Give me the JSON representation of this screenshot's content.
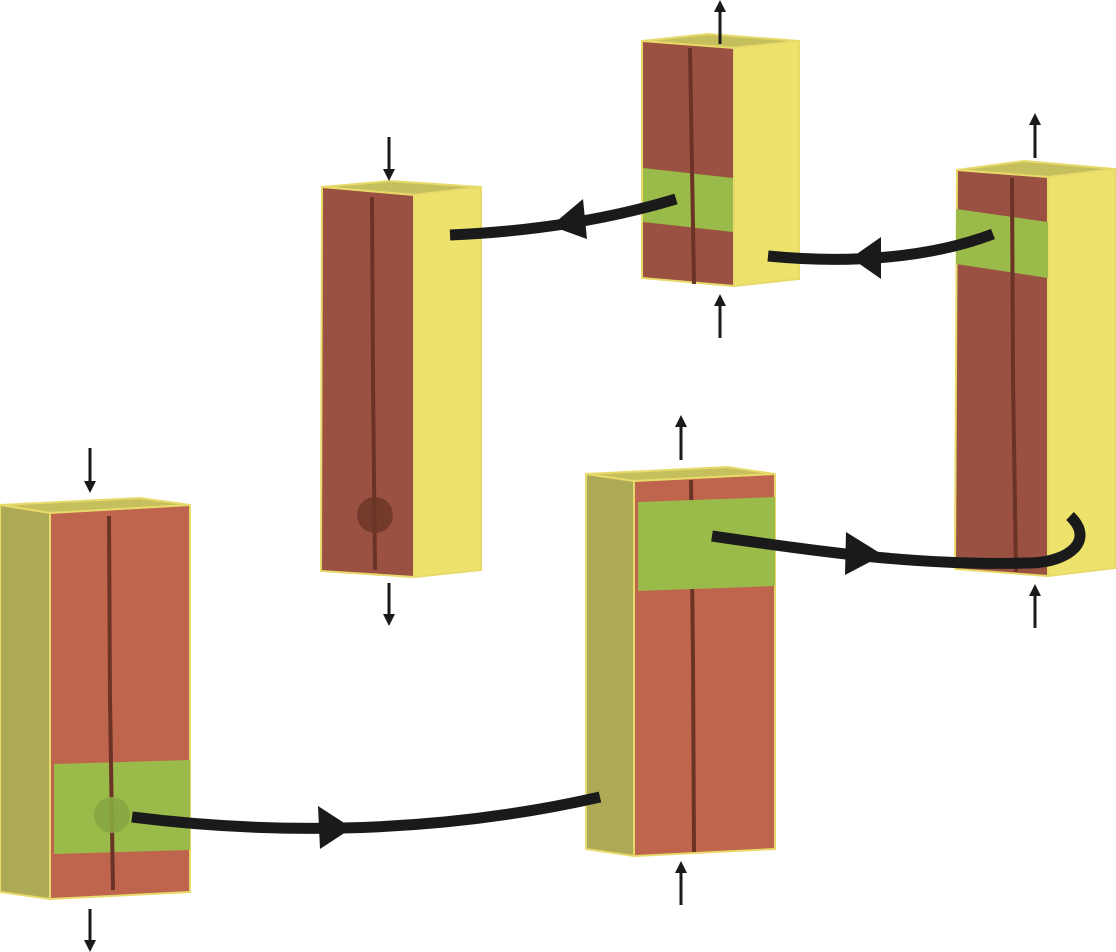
{
  "diagram": {
    "description_free": true,
    "colors": {
      "background": "#ffffff",
      "front_light": "#bf644d",
      "front_dark": "#9a5142",
      "side_yellow": "#ece26c",
      "side_olive": "#aea955",
      "top_light": "#c6bf5d",
      "band_green": "#9aba4a",
      "seam": "#6b3226",
      "arrow": "#1a1a1a",
      "outline": "#e8da6a",
      "dot": "#6a3427"
    },
    "blocks": [
      {
        "id": "block-lower-left",
        "shade": "light",
        "side": "left",
        "band": true,
        "dot": true,
        "arrow_top": "in",
        "arrow_bottom": "out"
      },
      {
        "id": "block-lower-middle",
        "shade": "light",
        "side": "left",
        "band": true,
        "dot": false,
        "arrow_top": "out",
        "arrow_bottom": "in"
      },
      {
        "id": "block-right",
        "shade": "dark",
        "side": "right",
        "band": true,
        "dot": false,
        "arrow_top": "out",
        "arrow_bottom": "in"
      },
      {
        "id": "block-top-middle",
        "shade": "dark",
        "side": "right",
        "band": true,
        "dot": false,
        "arrow_top": "out",
        "arrow_bottom": "in"
      },
      {
        "id": "block-upper-left",
        "shade": "dark",
        "side": "right",
        "band": false,
        "dot": true,
        "arrow_top": "in",
        "arrow_bottom": "out"
      }
    ],
    "transitions": [
      {
        "from": "block-lower-left",
        "to": "block-lower-middle"
      },
      {
        "from": "block-lower-middle",
        "to": "block-right"
      },
      {
        "from": "block-right",
        "to": "block-top-middle"
      },
      {
        "from": "block-top-middle",
        "to": "block-upper-left"
      }
    ]
  }
}
